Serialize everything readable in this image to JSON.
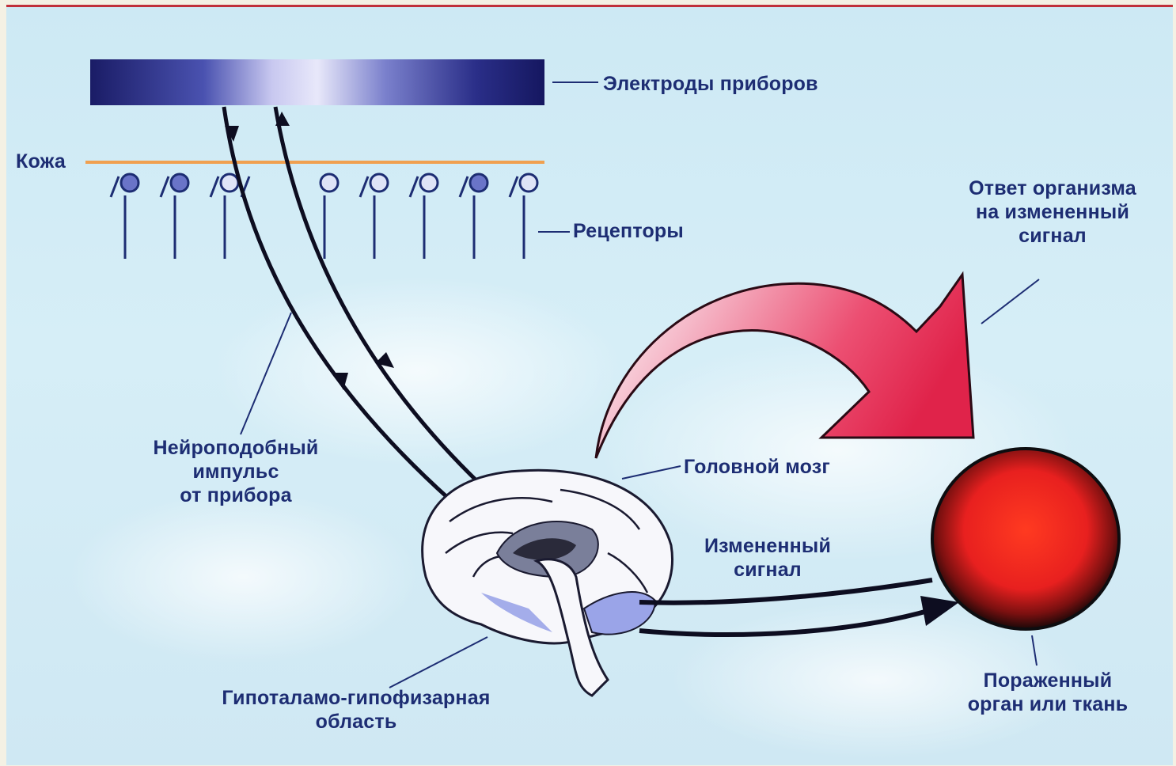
{
  "diagram": {
    "labels": {
      "electrodes": "Электроды приборов",
      "skin": "Кожа",
      "receptors": "Рецепторы",
      "response_line1": "Ответ организма",
      "response_line2": "на измененный",
      "response_line3": "сигнал",
      "impulse_line1": "Нейроподобный",
      "impulse_line2": "импульс",
      "impulse_line3": "от прибора",
      "brain": "Головной мозг",
      "changed_line1": "Измененный",
      "changed_line2": "сигнал",
      "hypothalamus_line1": "Гипоталамо-гипофизарная",
      "hypothalamus_line2": "область",
      "organ_line1": "Пораженный",
      "organ_line2": "орган или ткань"
    },
    "colors": {
      "electrode": "#1c1f6e",
      "skin_line": "#f0a050",
      "receptor": "#1d2d73",
      "arrow": "#0d0d20",
      "response_arrow": "#e8365a",
      "organ": "#e8201f"
    }
  }
}
